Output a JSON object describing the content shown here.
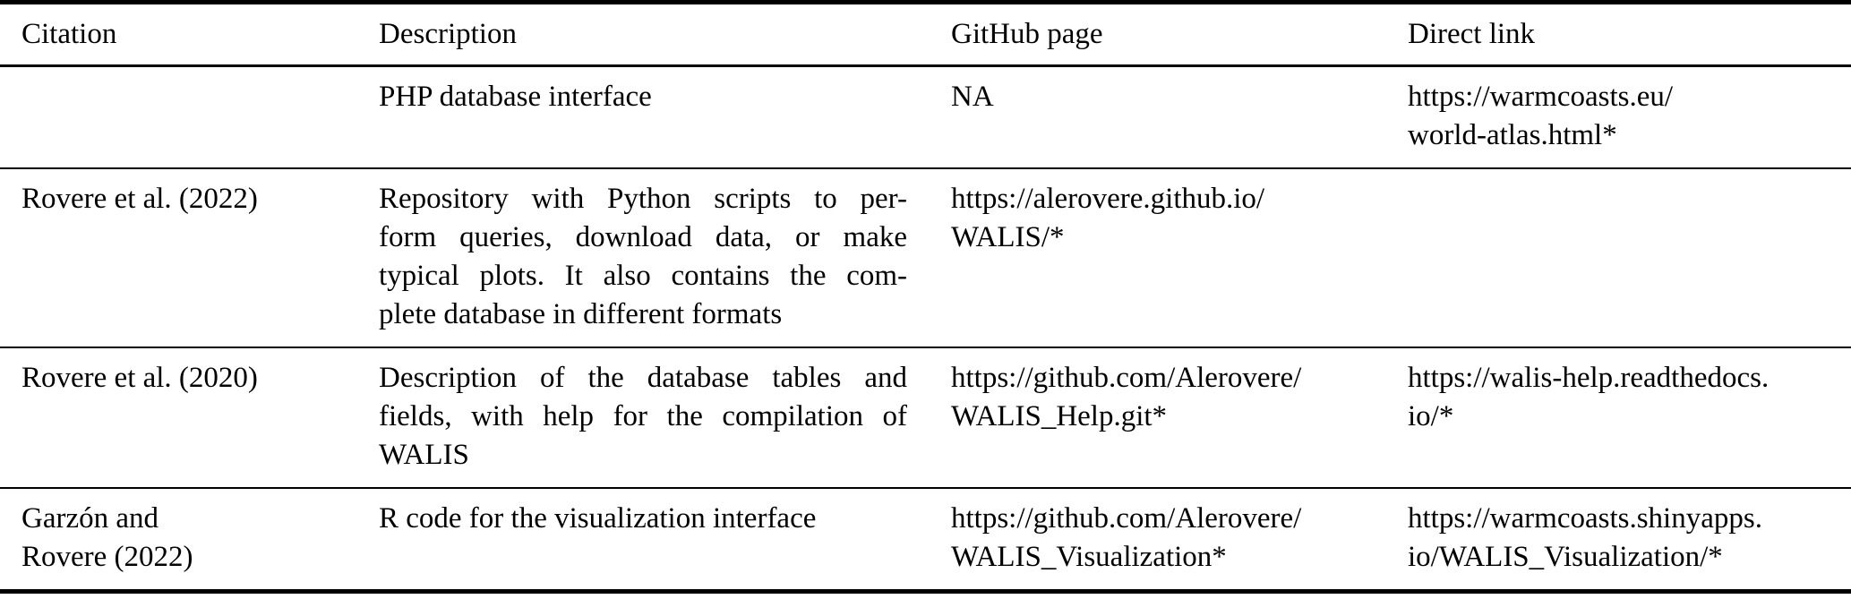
{
  "colors": {
    "text": "#000000",
    "background": "#ffffff",
    "rule": "#000000"
  },
  "table": {
    "columns": [
      {
        "label": "Citation"
      },
      {
        "label": "Description"
      },
      {
        "label": "GitHub page"
      },
      {
        "label": "Direct link"
      }
    ],
    "rows": [
      {
        "citation": [],
        "description": [
          "PHP database interface"
        ],
        "github": [
          "NA"
        ],
        "direct": [
          "https://warmcoasts.eu/",
          "world-atlas.html*"
        ]
      },
      {
        "citation": [
          "Rovere et al. (2022)"
        ],
        "description": [
          "Repository with Python scripts to per-",
          "form queries, download data, or make",
          "typical plots. It also contains the com-",
          "plete database in different formats"
        ],
        "github": [
          "https://alerovere.github.io/",
          "WALIS/*"
        ],
        "direct": []
      },
      {
        "citation": [
          "Rovere et al. (2020)"
        ],
        "description": [
          "Description of the database tables and",
          "fields, with help for the compilation of",
          "WALIS"
        ],
        "github": [
          "https://github.com/Alerovere/",
          "WALIS_Help.git*"
        ],
        "direct": [
          "https://walis-help.readthedocs.",
          "io/*"
        ]
      },
      {
        "citation": [
          "Garzón and",
          "Rovere (2022)"
        ],
        "description": [
          "R code for the visualization interface"
        ],
        "github": [
          "https://github.com/Alerovere/",
          "WALIS_Visualization*"
        ],
        "direct": [
          "https://warmcoasts.shinyapps.",
          "io/WALIS_Visualization/*"
        ]
      }
    ]
  }
}
